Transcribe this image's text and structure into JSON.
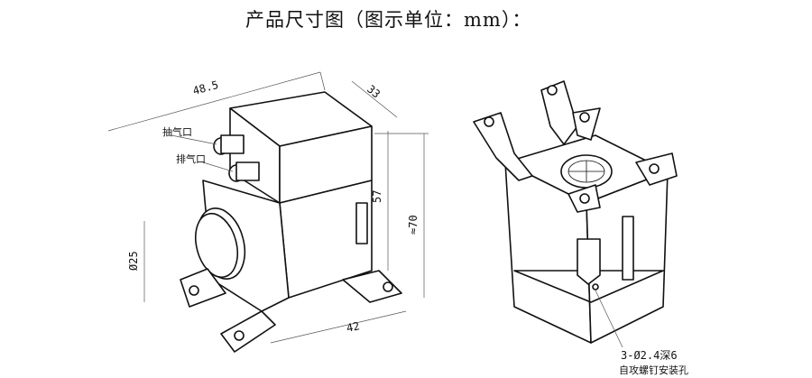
{
  "title": "产品尺寸图（图示单位：mm）：",
  "dimensions": {
    "length": "48.5",
    "width": "33",
    "height_body": "57",
    "height_total": "≈70",
    "diameter": "Ø25",
    "base": "42"
  },
  "ports": {
    "suction": "抽气口",
    "exhaust": "排气口"
  },
  "mounting": {
    "spec": "3-Ø2.4深6",
    "description": "自攻螺钉安装孔"
  }
}
